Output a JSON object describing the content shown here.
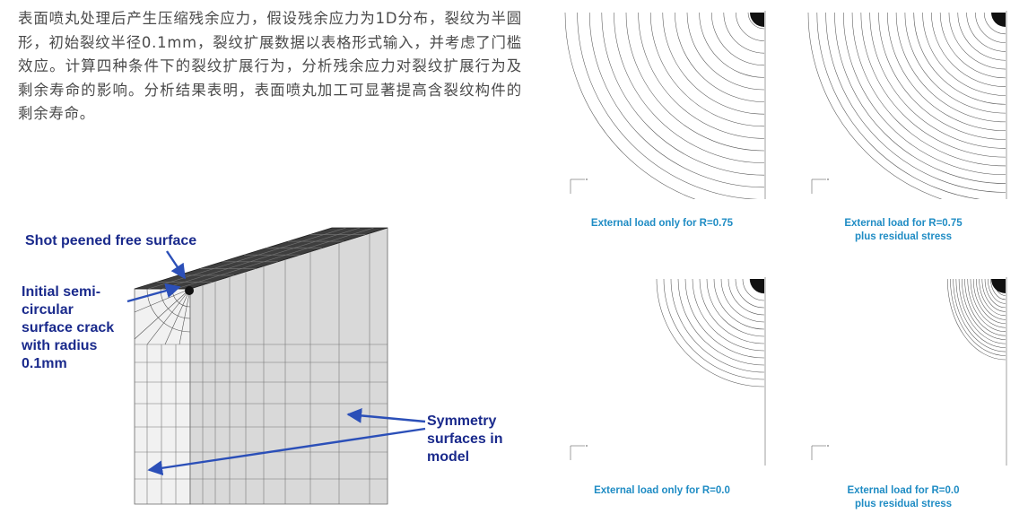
{
  "paragraph": "表面喷丸处理后产生压缩残余应力，假设残余应力为1D分布，裂纹为半圆形，初始裂纹半径0.1mm，裂纹扩展数据以表格形式输入，并考虑了门槛效应。计算四种条件下的裂纹扩展行为，分析残余应力对裂纹扩展行为及剩余寿命的影响。分析结果表明，表面喷丸加工可显著提高含裂纹构件的剩余寿命。",
  "model": {
    "label_surface": "Shot peened free surface",
    "label_crack": [
      "Initial semi-",
      "circular",
      "surface crack",
      "with radius",
      "0.1mm"
    ],
    "label_symmetry": [
      "Symmetry",
      "surfaces in",
      "model"
    ]
  },
  "panels": [
    {
      "caption": [
        "External load only for R=0.75"
      ]
    },
    {
      "caption": [
        "External load for R=0.75",
        "plus residual stress"
      ]
    },
    {
      "caption": [
        "External load only for R=0.0"
      ]
    },
    {
      "caption": [
        "External load for R=0.0",
        "plus residual stress"
      ]
    }
  ],
  "colors": {
    "caption": "#1f8cc4",
    "label": "#1a2a8c",
    "arrow": "#2b4fb8"
  }
}
